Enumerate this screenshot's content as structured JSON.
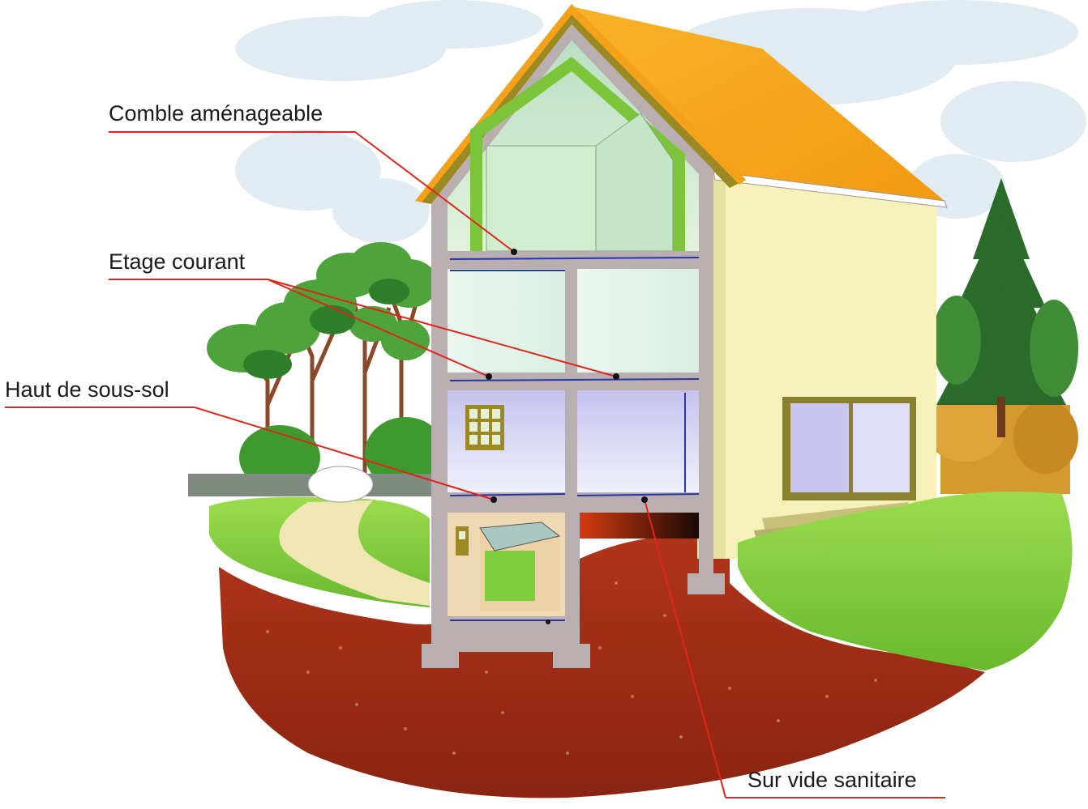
{
  "labels": {
    "comble": "Comble aménageable",
    "etage": "Etage courant",
    "haut_sous_sol": "Haut de sous-sol",
    "vide_sanitaire": "Sur vide sanitaire"
  },
  "colors": {
    "leader_line": "#e2231a",
    "roof": "#f5a11a",
    "roof_edge": "#9b8a24",
    "wall": "#f5f1b8",
    "concrete": "#b9aeb0",
    "attic_glass": "#cfe9cb",
    "attic_frame": "#7cc43a",
    "floor_glass": "#e3f2e9",
    "ground_floor_glass": "#c9c8ee",
    "soil": "#9a2a14",
    "grass": "#7fce3c",
    "path": "#efe6b4",
    "tree_dark": "#2a6a2a",
    "tree_light": "#4ea43a"
  }
}
